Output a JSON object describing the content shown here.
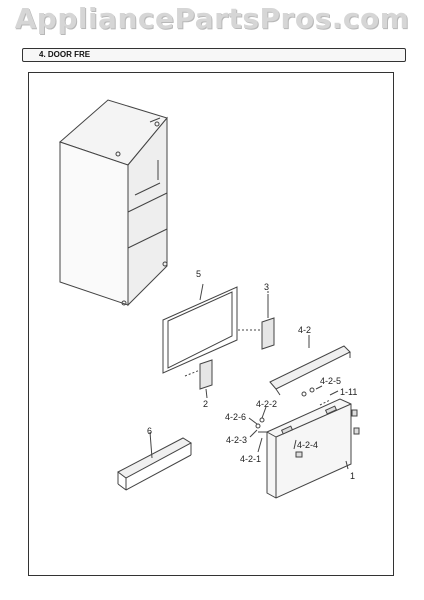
{
  "watermark": "AppliancePartsPros.com",
  "header": {
    "title": "4. DOOR FRE"
  },
  "parts": {
    "p5": "5",
    "p3": "3",
    "p4_2": "4-2",
    "p2": "2",
    "p4_2_5": "4-2-5",
    "p1_11": "1-11",
    "p4_2_2": "4-2-2",
    "p4_2_6": "4-2-6",
    "p4_2_3": "4-2-3",
    "p4_2_4": "4-2-4",
    "p4_2_1": "4-2-1",
    "p6": "6",
    "p1": "1"
  }
}
